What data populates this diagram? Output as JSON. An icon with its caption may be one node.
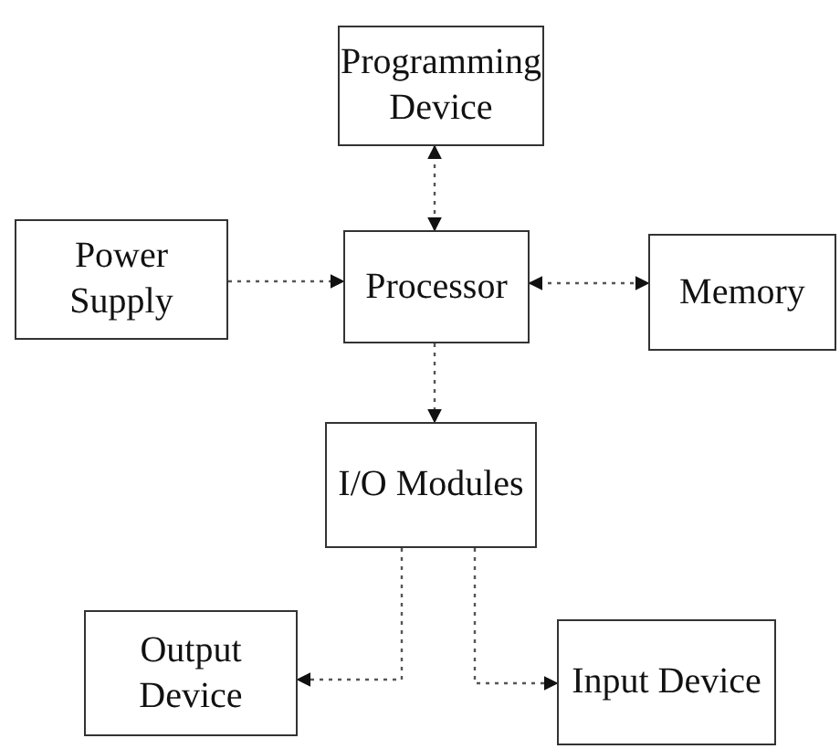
{
  "diagram": {
    "nodes": [
      {
        "text": [
          "Programming Device"
        ]
      },
      {
        "text": [
          "Power Supply"
        ]
      },
      {
        "text": [
          "Processor"
        ]
      },
      {
        "text": [
          "Memory"
        ]
      },
      {
        "text": [
          "I/O Modules"
        ]
      },
      {
        "text": [
          "Output Device"
        ]
      },
      {
        "text": [
          "Input Device"
        ]
      }
    ],
    "edges": [
      {
        "from": 0,
        "to": 2,
        "arrow": "both",
        "style": "dashed"
      },
      {
        "from": 1,
        "to": 2,
        "arrow": "to",
        "style": "dashed"
      },
      {
        "from": 2,
        "to": 3,
        "arrow": "both",
        "style": "dashed"
      },
      {
        "from": 2,
        "to": 4,
        "arrow": "to",
        "style": "dashed"
      },
      {
        "from": 4,
        "to": 5,
        "arrow": "to",
        "style": "dashed"
      },
      {
        "from": 4,
        "to": 6,
        "arrow": "to",
        "style": "dashed"
      }
    ]
  }
}
